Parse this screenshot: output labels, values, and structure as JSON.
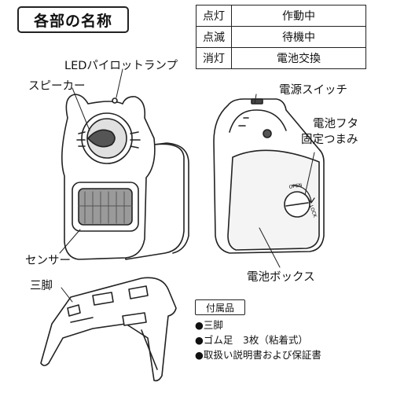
{
  "title": "各部の名称",
  "status_table": [
    {
      "key": "点灯",
      "value": "作動中"
    },
    {
      "key": "点滅",
      "value": "待機中"
    },
    {
      "key": "消灯",
      "value": "電池交換"
    }
  ],
  "labels": {
    "led": "LEDパイロットランプ",
    "speaker": "スピーカー",
    "sensor": "センサー",
    "power_switch": "電源スイッチ",
    "battery_lid_knob_line1": "電池フタ",
    "battery_lid_knob_line2": "固定つまみ",
    "battery_box": "電池ボックス",
    "tripod": "三脚",
    "open": "OPEN",
    "lock": "LOCK"
  },
  "accessories": {
    "heading": "付属品",
    "items": [
      "●三脚",
      "●ゴム足　3枚（粘着式）",
      "●取扱い説明書および保証書"
    ]
  }
}
